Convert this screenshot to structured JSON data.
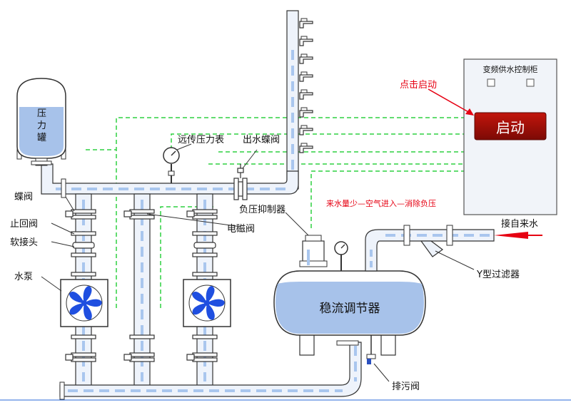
{
  "labels": {
    "tank": [
      "压",
      "力",
      "罐"
    ],
    "remote_gauge": "远传压力表",
    "outlet_valve": "出水蝶阀",
    "butterfly_valve": "蝶阀",
    "check_valve": "止回阀",
    "soft_joint": "软接头",
    "pump": "水泵",
    "neg_suppressor": "负压抑制器",
    "solenoid_valve": "电磁阀",
    "stabilizer": "稳流调节器",
    "y_filter": "Y型过滤器",
    "inlet": "接自来水",
    "drain_valve": "排污阀",
    "air_note": "来水量少—空气进入—消除负压",
    "click_start": "点击启动"
  },
  "control_cabinet": {
    "title": "变频供水控制柜",
    "start_button": "启动"
  },
  "colors": {
    "pipe_fill": "#eef3fb",
    "water": "#a7c2ea",
    "flow_dash": "#a9c6ee",
    "signal_dash": "#2fd040",
    "red": "#e60012",
    "button_dark": "#8a0e08",
    "fan_blue": "#1f4fe0"
  }
}
